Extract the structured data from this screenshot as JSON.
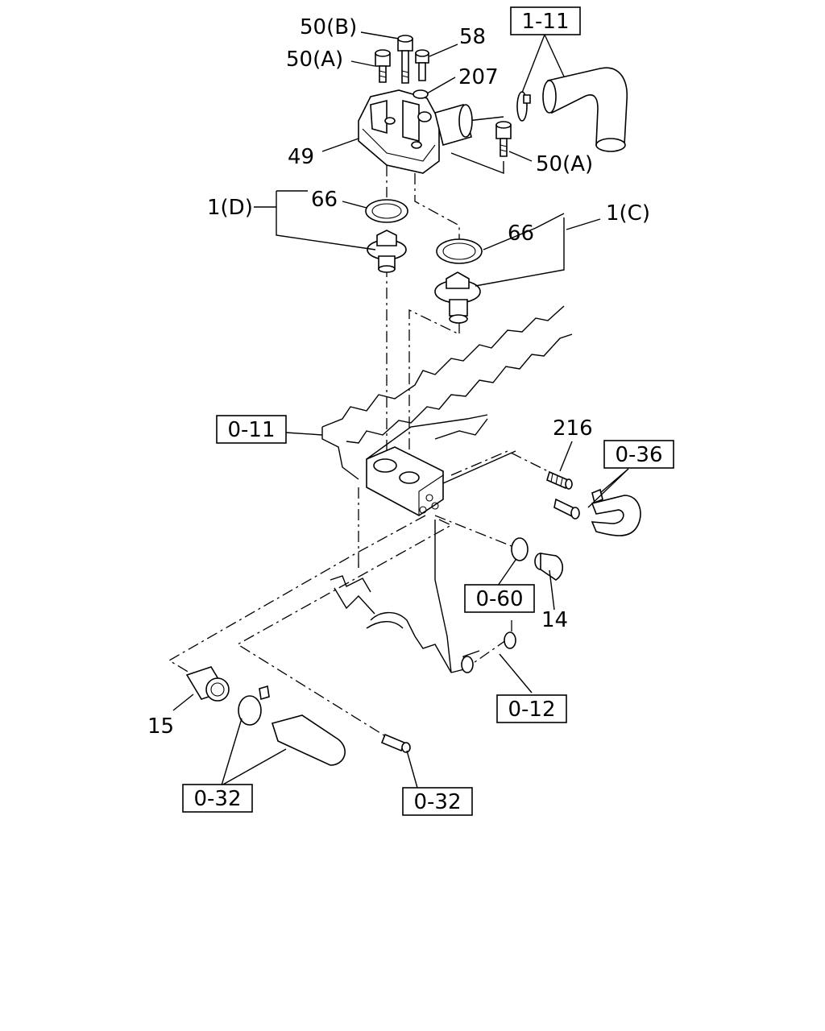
{
  "labels": {
    "p50b": "50(B)",
    "p58": "58",
    "p50a_top": "50(A)",
    "p207": "207",
    "p49": "49",
    "p50a_right": "50(A)",
    "p66_left": "66",
    "p1d": "1(D)",
    "p66_right": "66",
    "p1c": "1(C)",
    "p216": "216",
    "p14": "14",
    "p15": "15"
  },
  "references": {
    "r1_11": "1-11",
    "r0_11": "0-11",
    "r0_36": "0-36",
    "r0_60": "0-60",
    "r0_12": "0-12",
    "r0_32_left": "0-32",
    "r0_32_right": "0-32"
  }
}
